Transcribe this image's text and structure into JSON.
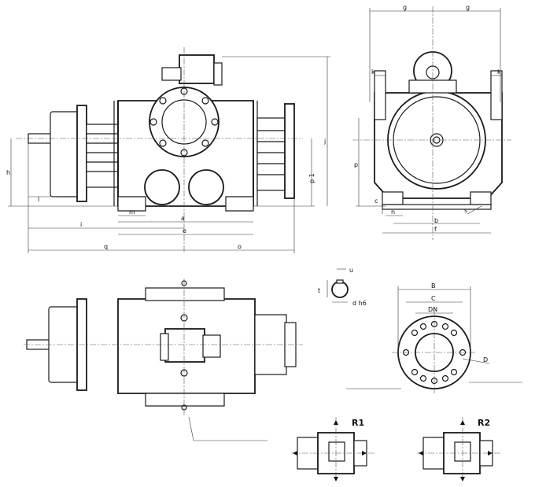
{
  "dimensions": {
    "g_left": "g",
    "g_right": "g",
    "k_left": "k",
    "k_right": "k",
    "h": "h",
    "l": "l",
    "m": "m",
    "a": "a",
    "i": "i",
    "e": "e",
    "q": "q",
    "o": "o",
    "p1": "p 1",
    "j": "j",
    "p": "p",
    "c": "c",
    "n": "n",
    "s": "s",
    "b": "b",
    "f": "f",
    "u": "u",
    "t": "t",
    "d_h6": "d h6",
    "B": "B",
    "C": "C",
    "DN": "DN",
    "D": "D"
  },
  "variants": {
    "r1": "R1",
    "r2": "R2"
  }
}
